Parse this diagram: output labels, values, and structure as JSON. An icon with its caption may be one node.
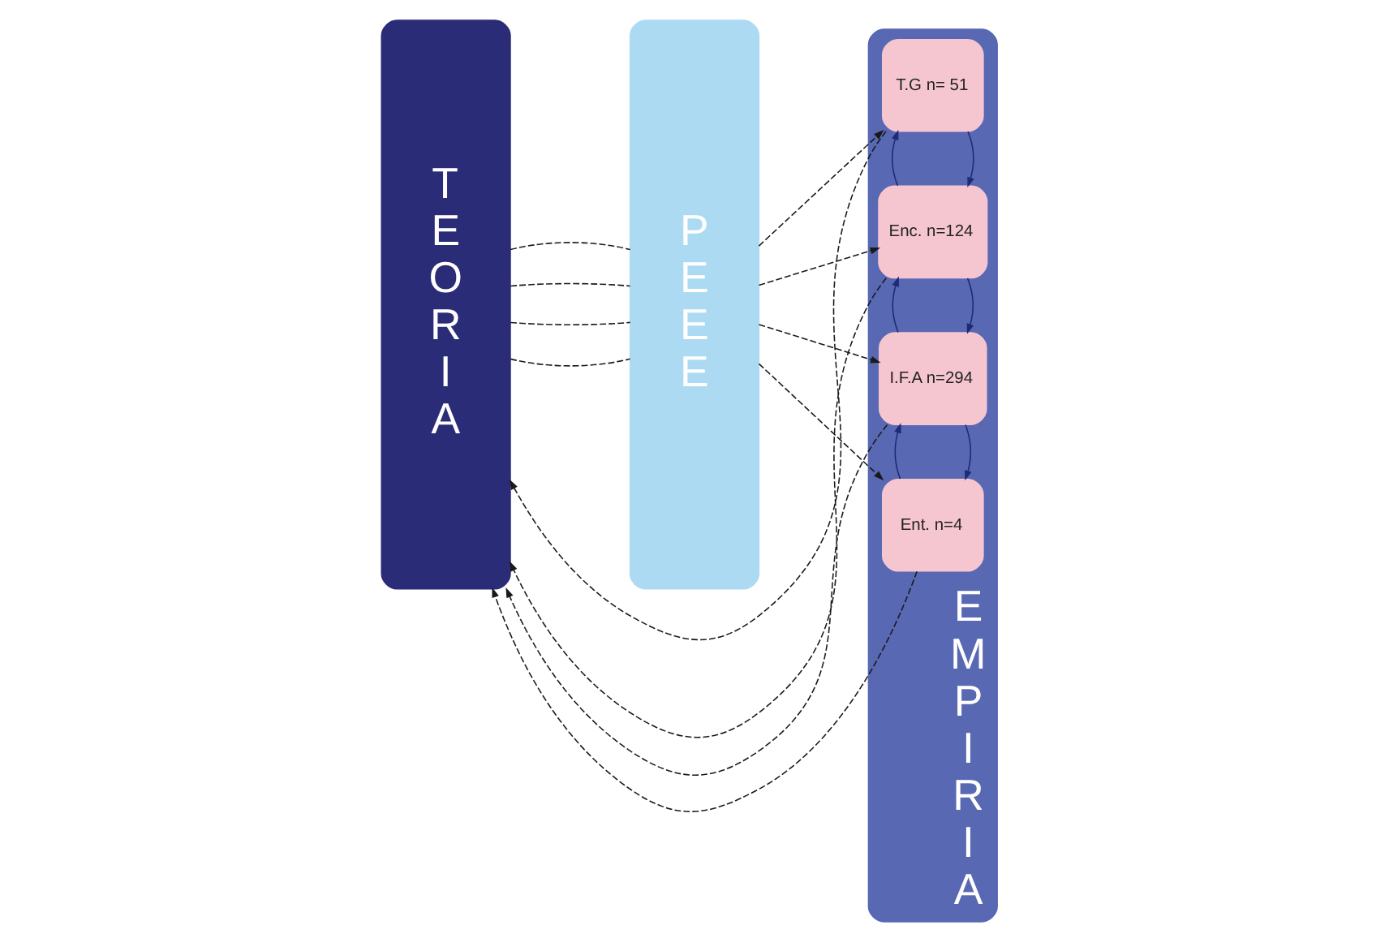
{
  "diagram": {
    "nodes": [
      {
        "text": [
          "TEORIA"
        ]
      },
      {
        "text": [
          "PEEE"
        ]
      },
      {
        "text": [
          "EMPIRIA"
        ]
      },
      {
        "text": [
          "T.G n= 51"
        ],
        "in": 2
      },
      {
        "text": [
          "Enc. n=124"
        ],
        "in": 2
      },
      {
        "text": [
          "I.F.A n=294"
        ],
        "in": 2
      },
      {
        "text": [
          "Ent. n=4"
        ],
        "in": 2
      }
    ],
    "edges": [
      {
        "from": 0,
        "to": 1,
        "arrow": "none",
        "style": "dashed"
      },
      {
        "from": 1,
        "to": 3,
        "arrow": "to",
        "style": "dashed"
      },
      {
        "from": 3,
        "to": 0,
        "arrow": "to",
        "style": "dashed"
      },
      {
        "from": 0,
        "to": 1,
        "arrow": "none",
        "style": "dashed"
      },
      {
        "from": 1,
        "to": 4,
        "arrow": "to",
        "style": "dashed"
      },
      {
        "from": 4,
        "to": 0,
        "arrow": "to",
        "style": "dashed"
      },
      {
        "from": 0,
        "to": 1,
        "arrow": "none",
        "style": "dashed"
      },
      {
        "from": 1,
        "to": 5,
        "arrow": "to",
        "style": "dashed"
      },
      {
        "from": 5,
        "to": 0,
        "arrow": "to",
        "style": "dashed"
      },
      {
        "from": 0,
        "to": 1,
        "arrow": "none",
        "style": "dashed"
      },
      {
        "from": 1,
        "to": 6,
        "arrow": "to",
        "style": "dashed"
      },
      {
        "from": 6,
        "to": 0,
        "arrow": "to",
        "style": "dashed"
      },
      {
        "from": 3,
        "to": 4,
        "arrow": "to",
        "color": "#1f2a78"
      },
      {
        "from": 4,
        "to": 3,
        "arrow": "to",
        "color": "#1f2a78"
      },
      {
        "from": 4,
        "to": 5,
        "arrow": "to",
        "color": "#1f2a78"
      },
      {
        "from": 5,
        "to": 4,
        "arrow": "to",
        "color": "#1f2a78"
      },
      {
        "from": 5,
        "to": 6,
        "arrow": "to",
        "color": "#1f2a78"
      },
      {
        "from": 6,
        "to": 5,
        "arrow": "to",
        "color": "#1f2a78"
      }
    ]
  }
}
